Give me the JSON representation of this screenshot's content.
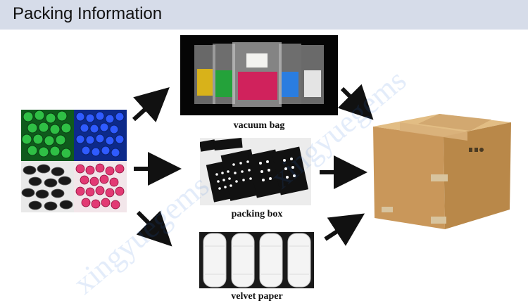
{
  "header": {
    "title": "Packing Information"
  },
  "watermark": {
    "text": "xingyuegems"
  },
  "items": [
    {
      "label": "vacuum bag"
    },
    {
      "label": "packing box"
    },
    {
      "label": "velvet paper"
    }
  ],
  "colors": {
    "header_bg": "#d6dce9",
    "arrow": "#111111",
    "box": "#c99a5e",
    "gem_green": "#1f9a2e",
    "gem_blue": "#1c3fc2",
    "gem_black": "#1a1a1a",
    "gem_pink": "#d2185a"
  },
  "icons": [
    "arrow-right-icon",
    "arrow-up-right-icon",
    "arrow-down-right-icon"
  ]
}
